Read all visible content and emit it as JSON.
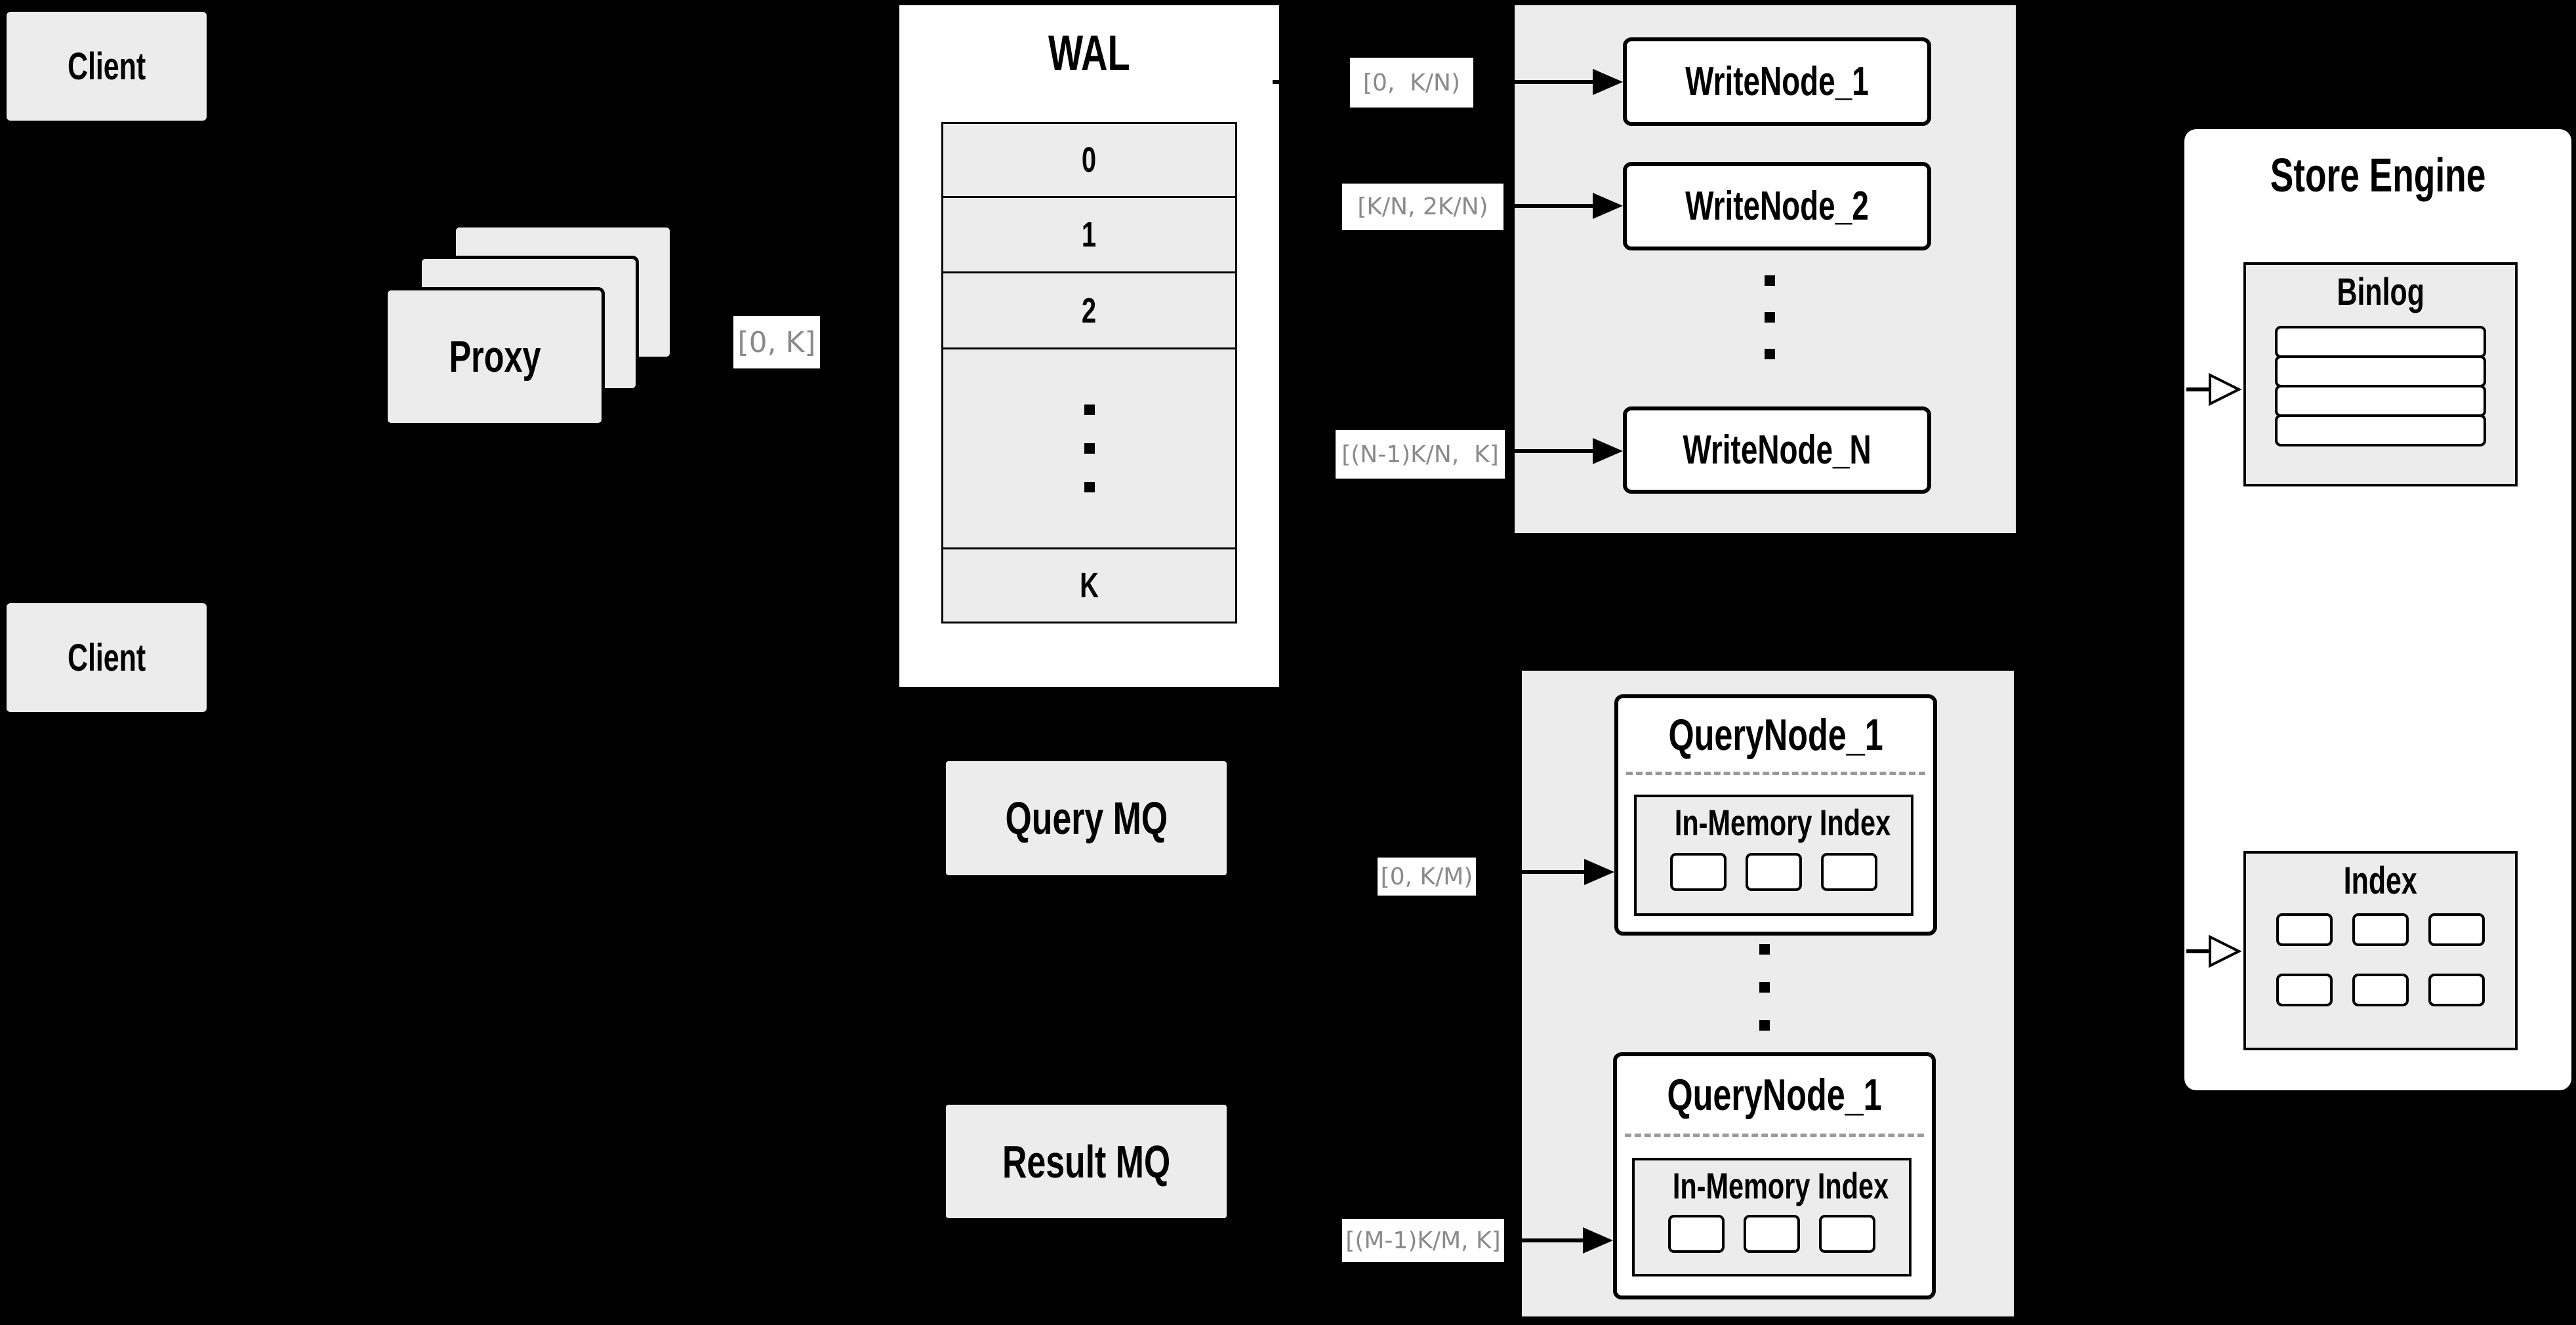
{
  "colors": {
    "background": "#000000",
    "panel_white": "#ffffff",
    "box_gray": "#ececec",
    "border": "#000000",
    "range_label_text": "#8a8a8a",
    "dashed_divider": "#999999"
  },
  "icons": {
    "solid_arrowhead": "filled-triangle-right",
    "open_arrowhead": "outline-triangle-right",
    "ellipsis": "vertical-dots"
  },
  "client_top": {
    "label": "Client"
  },
  "client_bottom": {
    "label": "Client"
  },
  "proxy": {
    "label": "Proxy"
  },
  "proxy_out_label": "[0, K]",
  "wal": {
    "title": "WAL",
    "rows": [
      "0",
      "1",
      "2",
      "K"
    ]
  },
  "write_group": {
    "labels": [
      "[0,  K/N)",
      "[K/N, 2K/N)",
      "[(N-1)K/N,  K]"
    ],
    "nodes": [
      "WriteNode_1",
      "WriteNode_2",
      "WriteNode_N"
    ]
  },
  "mq": {
    "query": "Query MQ",
    "result": "Result MQ"
  },
  "query_group": {
    "labels": [
      "[0, K/M)",
      "[(M-1)K/M, K]"
    ],
    "nodes": [
      {
        "title": "QueryNode_1",
        "inner": "In-Memory Index"
      },
      {
        "title": "QueryNode_1",
        "inner": "In-Memory Index"
      }
    ]
  },
  "store_engine": {
    "title": "Store Engine",
    "binlog": "Binlog",
    "index": "Index"
  }
}
